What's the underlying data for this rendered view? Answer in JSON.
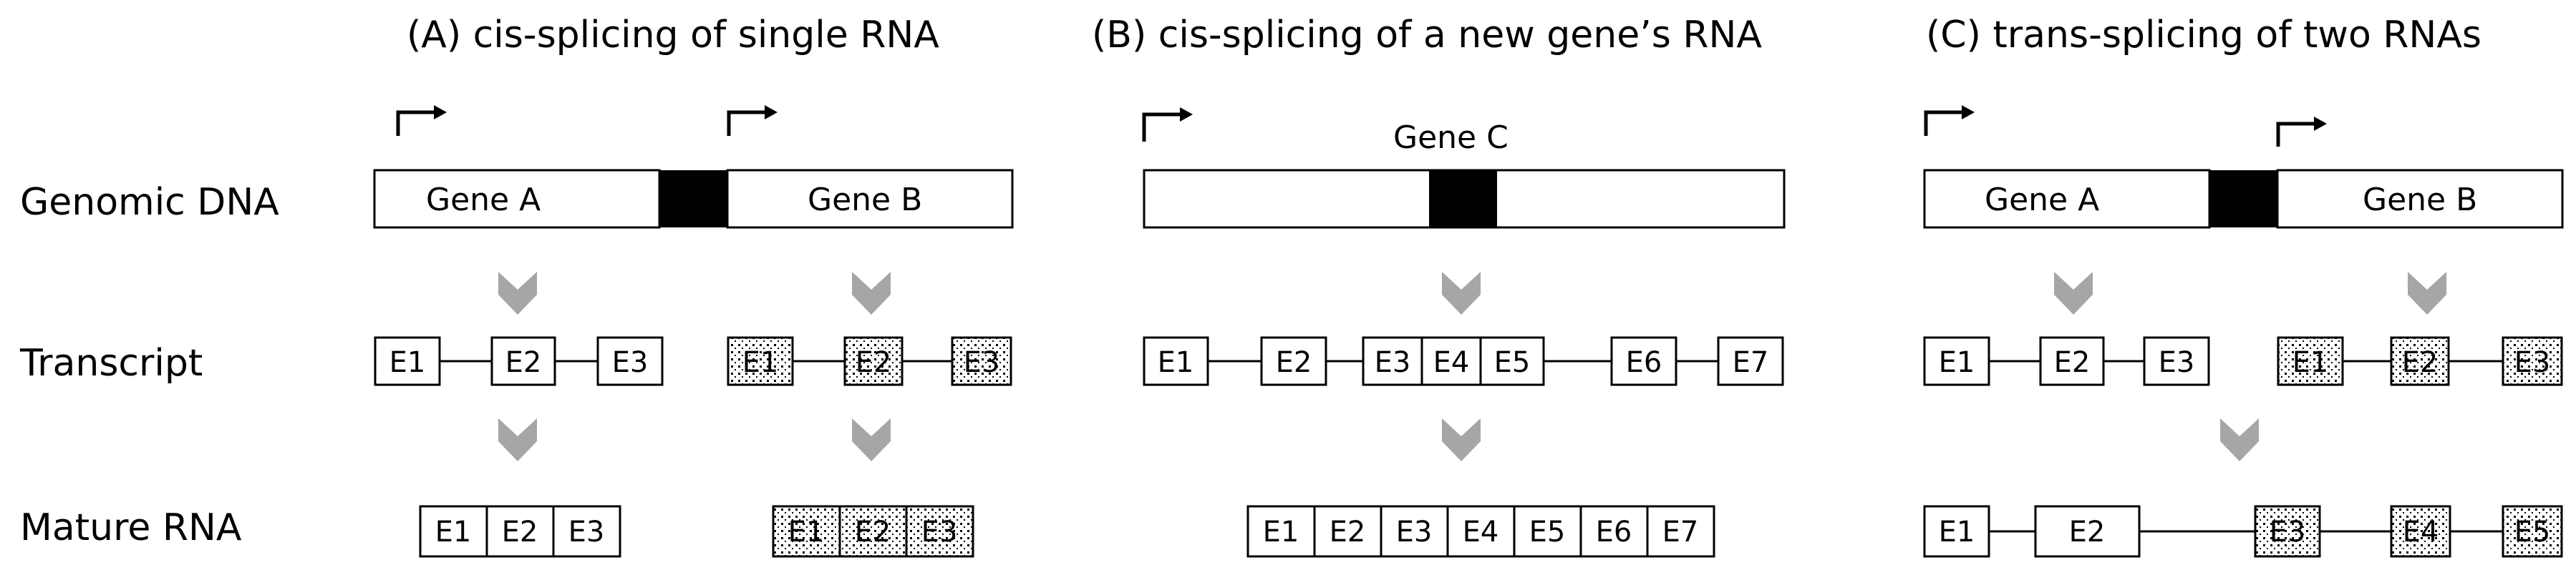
{
  "row_labels": {
    "genomic": "Genomic DNA",
    "transcript": "Transcript",
    "mature": "Mature RNA"
  },
  "panels": [
    {
      "title": "(A) cis-splicing of single RNA",
      "genes": [
        "Gene A",
        "Gene B"
      ],
      "transcript_solid": [
        "E1",
        "E2",
        "E3"
      ],
      "transcript_dotted": [
        "E1",
        "E2",
        "E3"
      ],
      "mature_solid": [
        "E1",
        "E2",
        "E3"
      ],
      "mature_dotted": [
        "E1",
        "E2",
        "E3"
      ]
    },
    {
      "title": "(B)  cis-splicing of a new gene’s RNA",
      "genes": [
        "Gene C"
      ],
      "transcript": [
        "E1",
        "E2",
        "E3",
        "E4",
        "E5",
        "E6",
        "E7"
      ],
      "mature": [
        "E1",
        "E2",
        "E3",
        "E4",
        "E5",
        "E6",
        "E7"
      ]
    },
    {
      "title": "(C)  trans-splicing of two RNAs",
      "genes": [
        "Gene A",
        "Gene B"
      ],
      "transcript_solid": [
        "E1",
        "E2",
        "E3"
      ],
      "transcript_dotted": [
        "E1",
        "E2",
        "E3"
      ],
      "mature_solid": [
        "E1",
        "E2"
      ],
      "mature_dotted": [
        "E3",
        "E4",
        "E5"
      ]
    }
  ],
  "colors": {
    "stroke": "#000000",
    "spacer": "#000000",
    "arrow": "#a6a6a6"
  }
}
